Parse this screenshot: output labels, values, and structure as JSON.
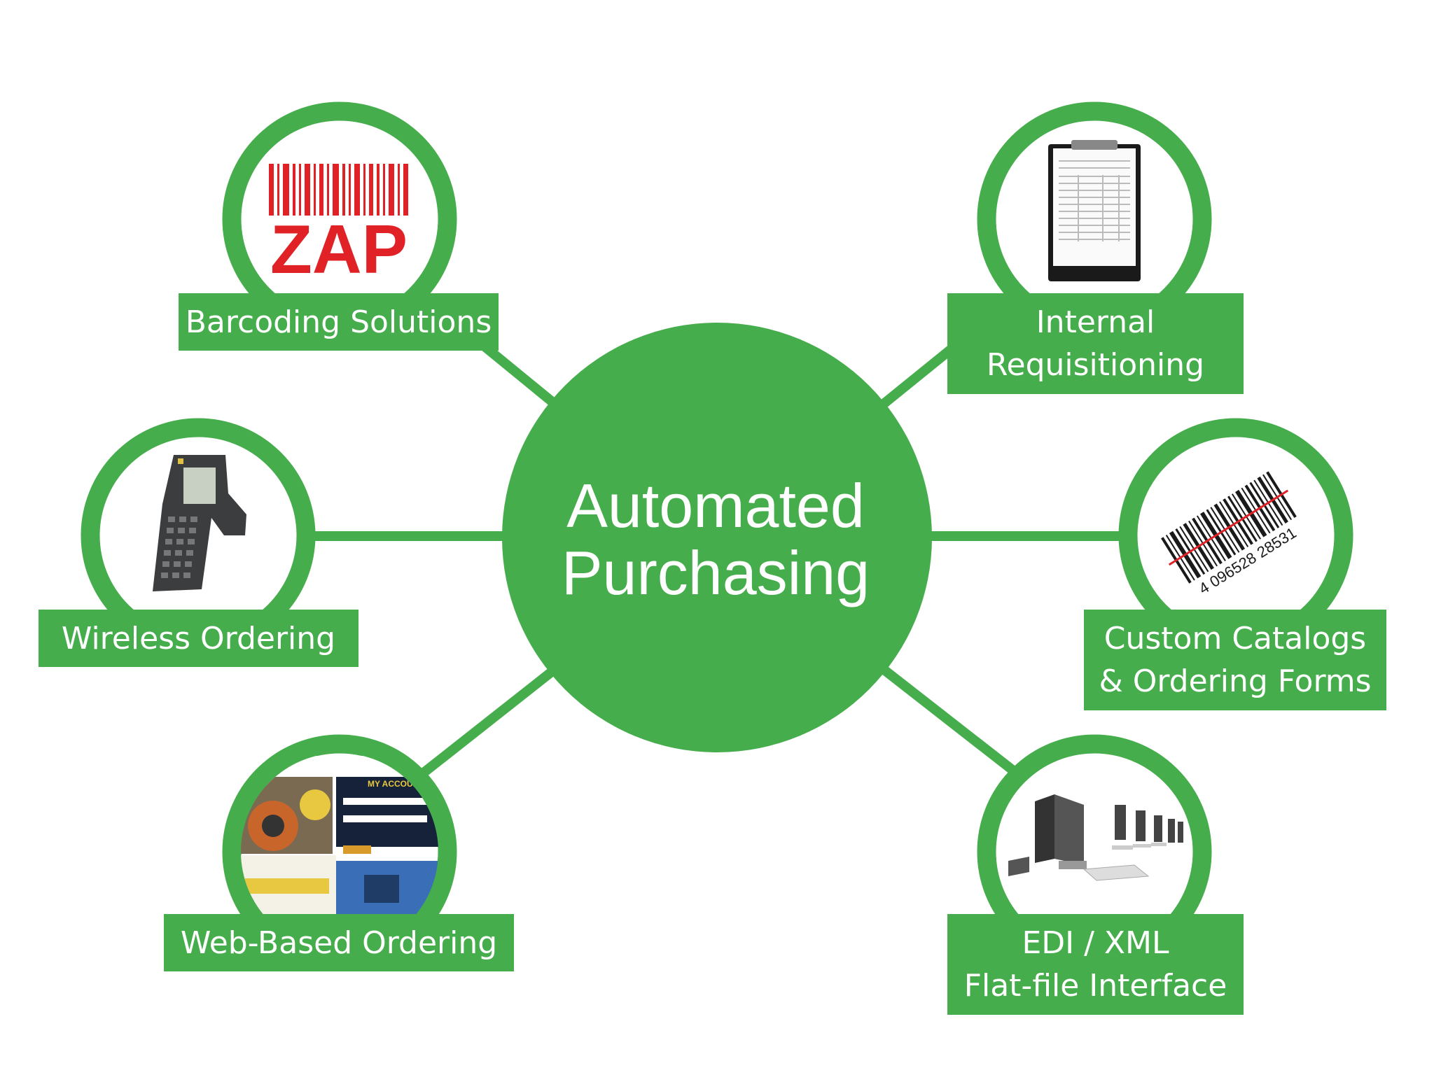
{
  "colors": {
    "accent": "#46ad4c",
    "zap_red": "#e02226",
    "background": "#ffffff"
  },
  "center": {
    "line1": "Automated",
    "line2": "Purchasing"
  },
  "nodes": [
    {
      "id": "barcoding",
      "icon": "zap-barcode-logo-icon",
      "logo_text": "ZAP",
      "label_lines": [
        "Barcoding Solutions"
      ]
    },
    {
      "id": "wireless",
      "icon": "handheld-scanner-icon",
      "label_lines": [
        "Wireless Ordering"
      ]
    },
    {
      "id": "web",
      "icon": "web-page-screenshot-icon",
      "screenshot_text": "MY ACCOUN",
      "label_lines": [
        "Web-Based Ordering"
      ]
    },
    {
      "id": "internal",
      "icon": "clipboard-form-icon",
      "label_lines": [
        "Internal",
        "Requisitioning"
      ]
    },
    {
      "id": "catalogs",
      "icon": "barcode-label-icon",
      "barcode_digits": "4 096528 28531",
      "label_lines": [
        "Custom Catalogs",
        "& Ordering Forms"
      ]
    },
    {
      "id": "edi",
      "icon": "computer-lab-icon",
      "label_lines": [
        "EDI / XML",
        "Flat-file Interface"
      ]
    }
  ]
}
